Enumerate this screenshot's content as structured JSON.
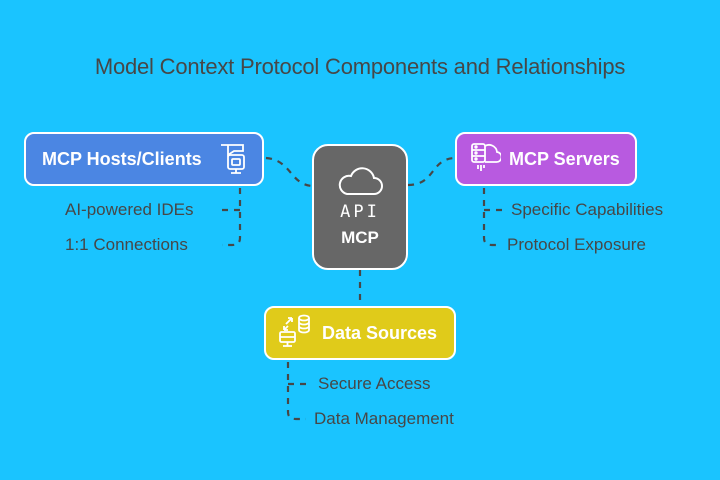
{
  "title": "Model Context Protocol Components and Relationships",
  "center": {
    "icon": "cloud-api-icon",
    "api_label": "API",
    "label": "MCP",
    "color": "#676767"
  },
  "nodes": {
    "hosts": {
      "label": "MCP Hosts/Clients",
      "icon": "monitor-chip-icon",
      "color": "#4b86e3",
      "children": [
        "AI-powered IDEs",
        "1:1 Connections"
      ]
    },
    "servers": {
      "label": "MCP Servers",
      "icon": "cloud-server-icon",
      "color": "#b85ae0",
      "children": [
        "Specific Capabilities",
        "Protocol Exposure"
      ]
    },
    "data": {
      "label": "Data Sources",
      "icon": "database-transfer-icon",
      "color": "#e0cb1a",
      "children": [
        "Secure Access",
        "Data Management"
      ]
    }
  },
  "colors": {
    "background": "#1ac4ff",
    "text": "#474747",
    "connector": "#474747"
  }
}
